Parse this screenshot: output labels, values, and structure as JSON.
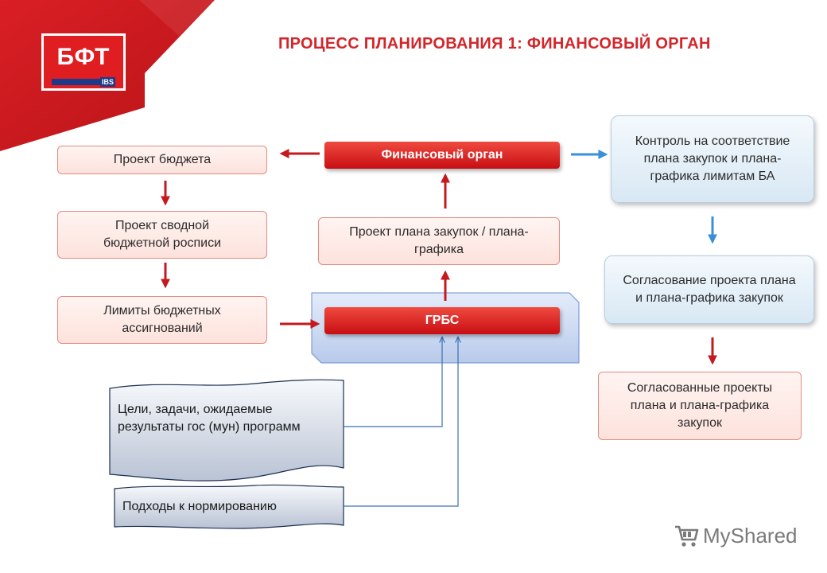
{
  "title": "ПРОЦЕСС ПЛАНИРОВАНИЯ 1: ФИНАНСОВЫЙ ОРГАН",
  "logo": {
    "text": "БФТ",
    "sub": "IBS"
  },
  "boxes": {
    "budget_project": "Проект бюджета",
    "consolidated_list": "Проект сводной бюджетной росписи",
    "limits": "Лимиты бюджетных ассигнований",
    "fin_org": "Финансовый орган",
    "procurement_draft": "Проект плана закупок / плана-графика",
    "grbs": "ГРБС",
    "control": "Контроль на соответствие плана закупок и плана-графика лимитам БА",
    "approval": "Согласование проекта плана и плана-графика закупок",
    "approved": "Согласованные проекты плана и плана-графика закупок"
  },
  "docs": {
    "goals": "Цели, задачи, ожидаемые результаты гос (мун) программ",
    "norms": "Подходы к нормированию"
  },
  "watermark": {
    "text": "MyShared",
    "icon": "cart-icon"
  },
  "colors": {
    "accent_red": "#d3262b",
    "arrow_red": "#c41a1f",
    "arrow_blue": "#3a8fd8"
  }
}
